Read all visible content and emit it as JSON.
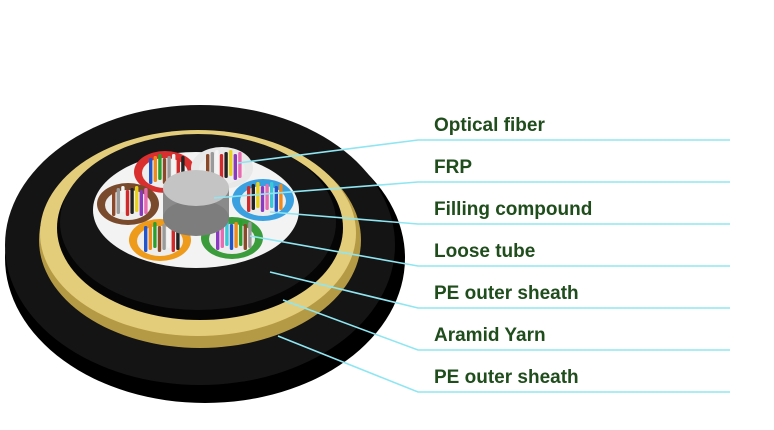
{
  "labels": [
    "Optical fiber",
    "FRP",
    "Filling compound",
    "Loose tube",
    "PE outer sheath",
    "Aramid Yarn",
    "PE outer sheath"
  ],
  "colors": {
    "label_text": "#1f4d1c",
    "leader_line": "#8fe6f2",
    "sheath": "#101010",
    "aramid": "#e3cd7a",
    "filling": "#f3f3f3",
    "frp": "#b9b9b9",
    "tubes": [
      "#d9302f",
      "#e8e8e8",
      "#3aa0e0",
      "#3a9c3a",
      "#ee9a1a",
      "#7a4a2c"
    ]
  }
}
